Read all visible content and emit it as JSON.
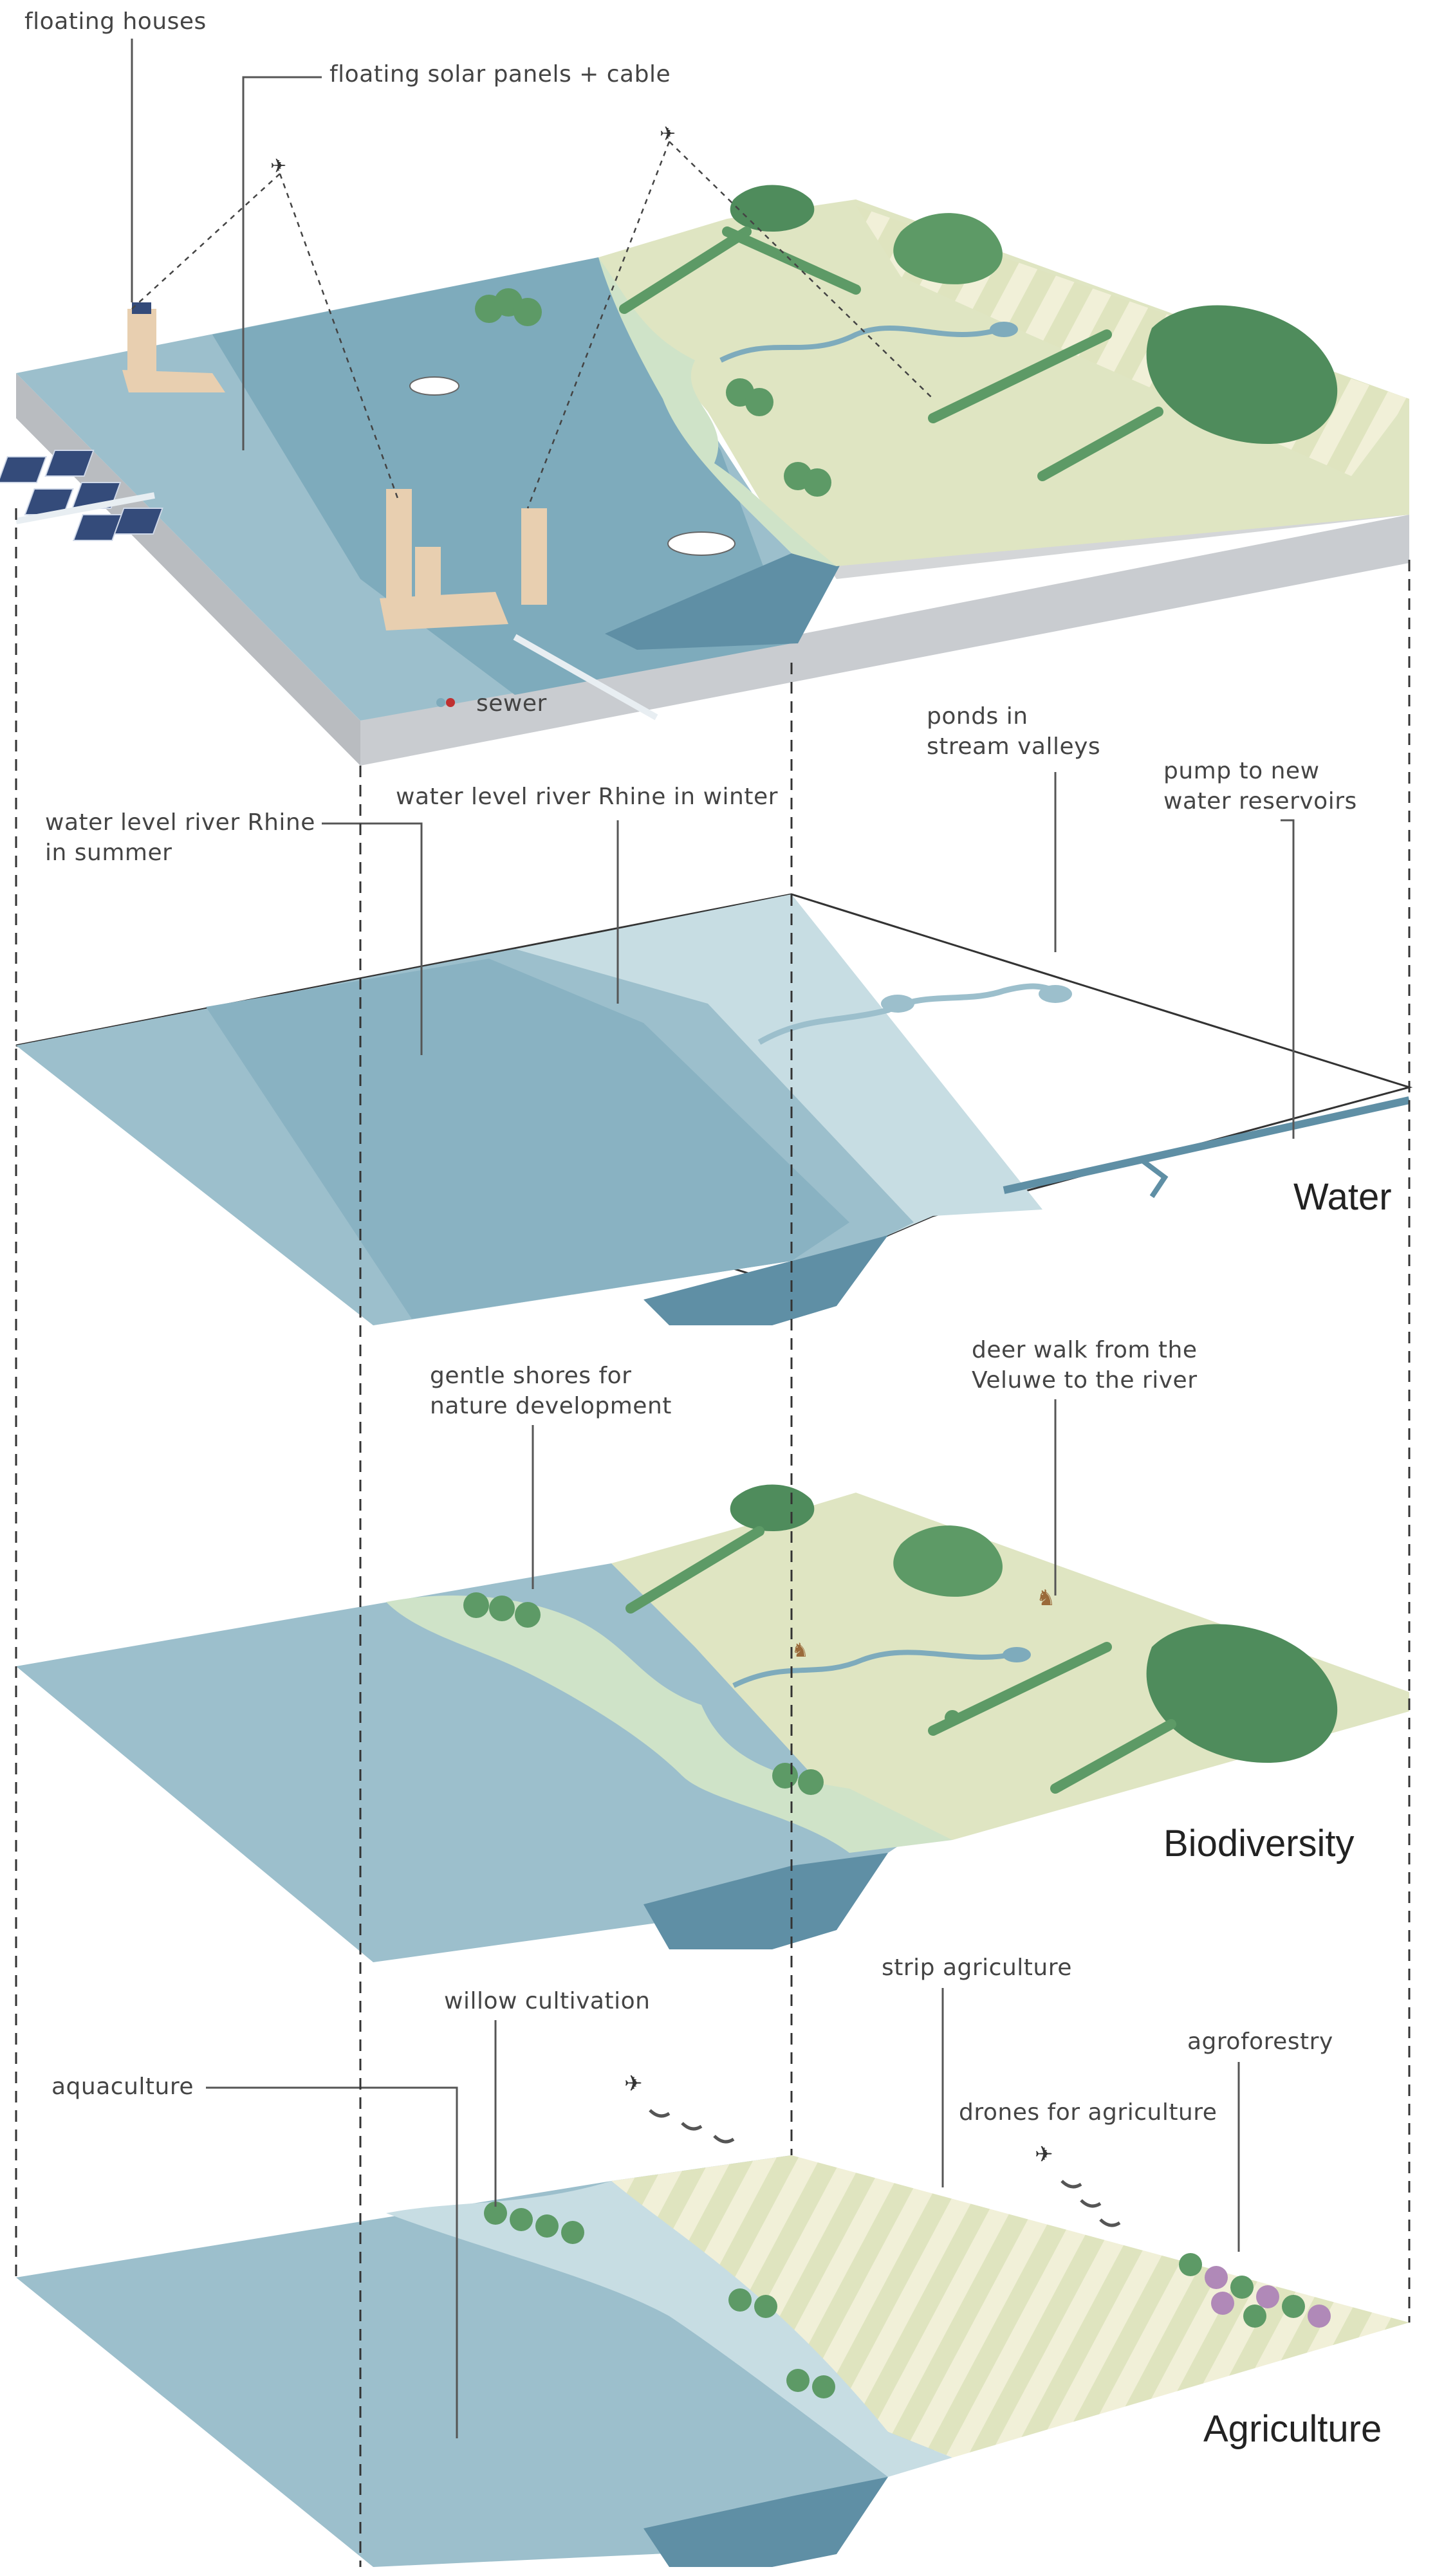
{
  "labels": {
    "floating_houses": "floating houses",
    "floating_solar": "floating solar panels + cable",
    "sewer": "sewer",
    "water_summer_1": "water level river Rhine",
    "water_summer_2": "in summer",
    "water_winter": "water level river Rhine in winter",
    "ponds_1": "ponds in",
    "ponds_2": "stream valleys",
    "pump_1": "pump to new",
    "pump_2": "water reservoirs",
    "gentle_1": "gentle shores for",
    "gentle_2": "nature development",
    "deer_1": "deer walk from the",
    "deer_2": "Veluwe to the river",
    "aquaculture": "aquaculture",
    "willow": "willow cultivation",
    "strip": "strip agriculture",
    "drones": "drones for agriculture",
    "agroforestry": "agroforestry"
  },
  "layers": {
    "water": "Water",
    "biodiversity": "Biodiversity",
    "agriculture": "Agriculture"
  },
  "colors": {
    "water_deep": "#6f9fb2",
    "water_mid": "#9cbfcc",
    "water_light": "#c7dde3",
    "shore": "#cfe3c8",
    "meadow": "#e4e8c4",
    "strip_light": "#f1f0d8",
    "tree": "#5d9a66",
    "forest": "#4f8c5c",
    "soil": "#c9ccd0"
  }
}
